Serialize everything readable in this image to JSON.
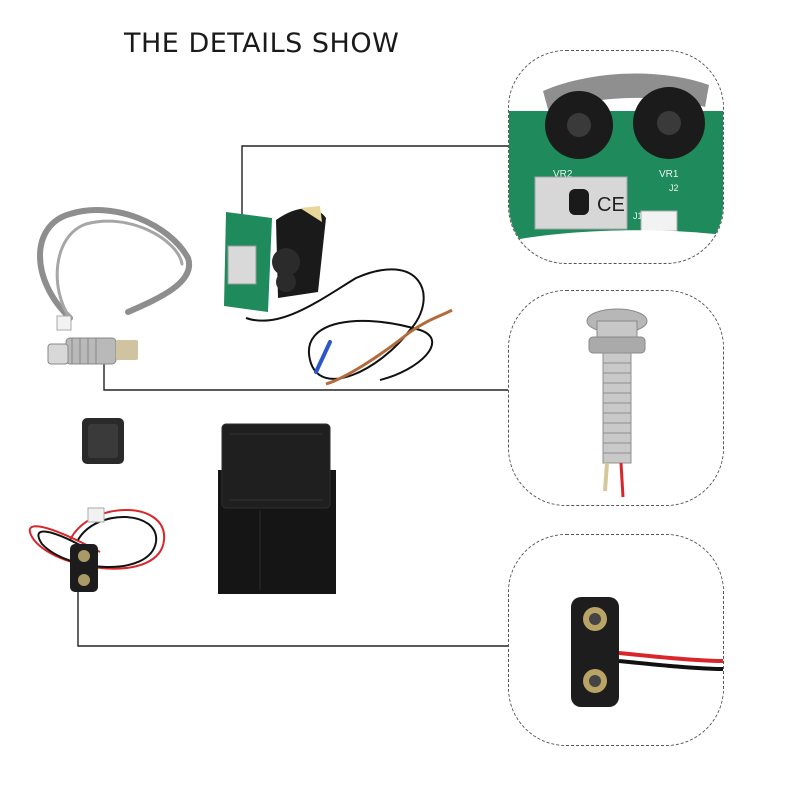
{
  "header": {
    "title": "THE DETAILS SHOW"
  },
  "board": {
    "pot_labels": [
      "VR2",
      "VR1"
    ],
    "connector_labels": [
      "J1",
      "J2"
    ]
  },
  "colors": {
    "pcb_green": "#1f8a5c",
    "cable_gray": "#8e8e8e",
    "metal": "#c9c9c9",
    "pouch_black": "#1b1b1b",
    "wire_red": "#d8262a",
    "leader_line": "#222222"
  }
}
